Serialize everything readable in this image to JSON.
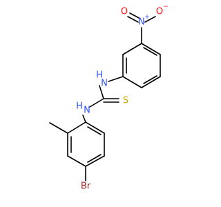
{
  "molecule": {
    "atoms": {
      "nitro_n": {
        "symbol": "N",
        "charge": "+",
        "color": "#3050F8"
      },
      "nitro_o_left": {
        "symbol": "O",
        "color": "#FF0D0D"
      },
      "nitro_o_right": {
        "symbol": "O",
        "charge": "−",
        "color": "#FF0D0D"
      },
      "nh_upper": {
        "symbol": "N",
        "hydrogen": "H",
        "color": "#3050F8"
      },
      "nh_lower": {
        "symbol": "N",
        "hydrogen": "H",
        "color": "#3050F8"
      },
      "sulfur": {
        "symbol": "S",
        "color": "#C8A200"
      },
      "bromine": {
        "symbol": "Br",
        "color": "#A62929"
      }
    },
    "colors": {
      "bond": "#000000",
      "background": "#ffffff"
    }
  }
}
